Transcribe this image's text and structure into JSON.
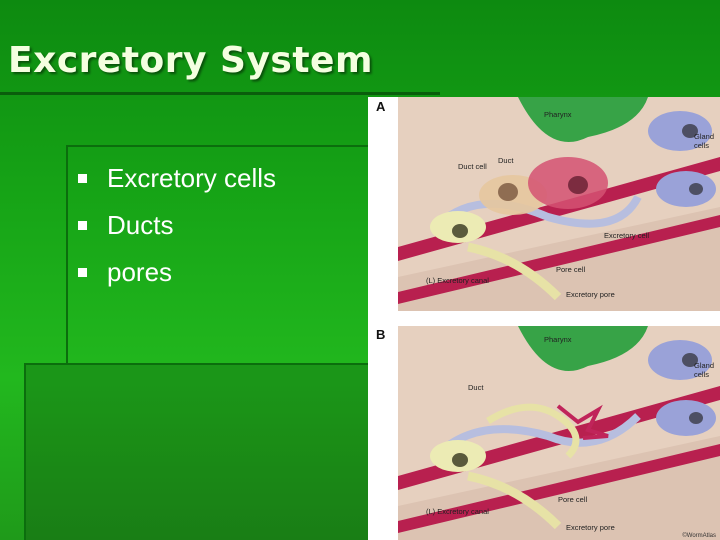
{
  "slide": {
    "title": "Excretory System",
    "bullets": [
      "Excretory cells",
      "Ducts",
      "pores"
    ]
  },
  "figure": {
    "panel_a": {
      "letter": "A",
      "labels": {
        "pharynx": "Pharynx",
        "gland_cells": "Gland\ncells",
        "duct": "Duct",
        "duct_cell": "Duct cell",
        "excretory_cell": "Excretory cell",
        "pore_cell": "Pore cell",
        "excretory_canal": "(L) Excretory canal",
        "excretory_pore": "Excretory pore"
      }
    },
    "panel_b": {
      "letter": "B",
      "labels": {
        "pharynx": "Pharynx",
        "gland_cells": "Gland\ncells",
        "duct": "Duct",
        "pore_cell": "Pore cell",
        "excretory_canal": "(L) Excretory canal",
        "excretory_pore": "Excretory pore"
      }
    },
    "credit": "©WormAtlas"
  },
  "colors": {
    "background": "#16a316",
    "title_text": "#f4ffe0",
    "pharynx": "#3aa64a",
    "gland_cells": "#9aa2d8",
    "canal": "#c0245a",
    "duct": "#e7e2a6",
    "excretory_cell": "#d45272"
  }
}
